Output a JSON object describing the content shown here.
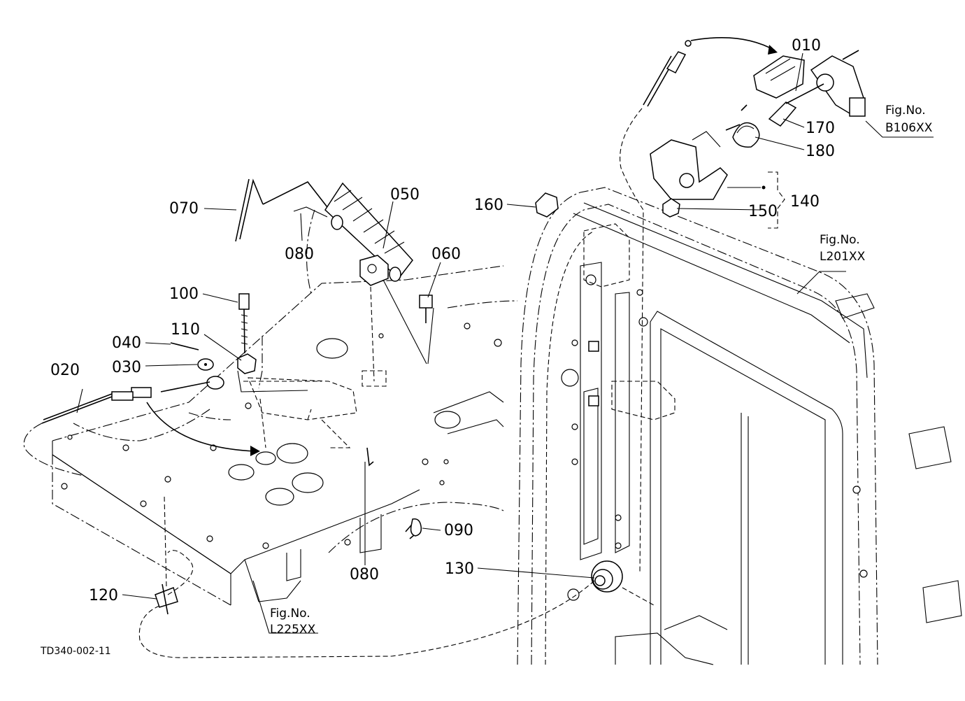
{
  "drawing_code": "TD340-002-11",
  "callouts": [
    {
      "id": "c010",
      "text": "010"
    },
    {
      "id": "c020",
      "text": "020"
    },
    {
      "id": "c030",
      "text": "030"
    },
    {
      "id": "c040",
      "text": "040"
    },
    {
      "id": "c050",
      "text": "050"
    },
    {
      "id": "c060",
      "text": "060"
    },
    {
      "id": "c070",
      "text": "070"
    },
    {
      "id": "c080a",
      "text": "080"
    },
    {
      "id": "c080b",
      "text": "080"
    },
    {
      "id": "c090",
      "text": "090"
    },
    {
      "id": "c100",
      "text": "100"
    },
    {
      "id": "c110",
      "text": "110"
    },
    {
      "id": "c120",
      "text": "120"
    },
    {
      "id": "c130",
      "text": "130"
    },
    {
      "id": "c140",
      "text": "140"
    },
    {
      "id": "c150",
      "text": "150"
    },
    {
      "id": "c160",
      "text": "160"
    },
    {
      "id": "c170",
      "text": "170"
    },
    {
      "id": "c180",
      "text": "180"
    }
  ],
  "figure_refs": [
    {
      "id": "fB106",
      "heading": "Fig.No.",
      "number": "B106XX"
    },
    {
      "id": "fL201",
      "heading": "Fig.No.",
      "number": "L201XX"
    },
    {
      "id": "fL225",
      "heading": "Fig.No.",
      "number": "L225XX"
    }
  ]
}
